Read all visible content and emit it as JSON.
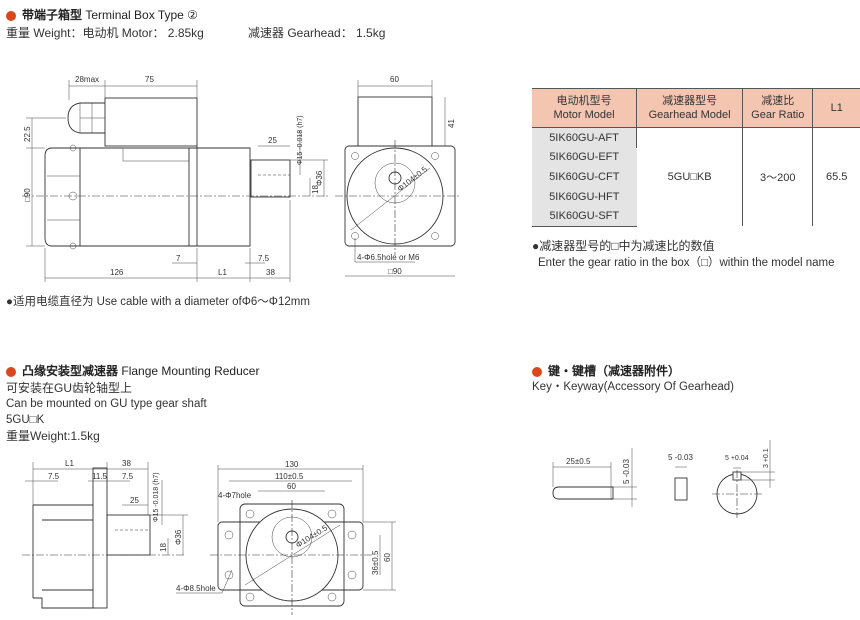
{
  "accent_color": "#d9481c",
  "section1": {
    "title_cn": "带端子箱型",
    "title_en": "Terminal Box Type ②",
    "weight_line": "重量 Weight：电动机 Motor： 2.85kg",
    "gearhead_weight": "减速器 Gearhead： 1.5kg",
    "cable_note": "●适用电缆直径为 Use cable with a diameter ofΦ6～Φ12mm",
    "dims": {
      "d28max": "28max",
      "d75": "75",
      "d22_5": "22.5",
      "d90sq": "□90",
      "d25": "25",
      "phi15": "Φ15 -0.018 (h7)",
      "phi36": "Φ36",
      "d18": "18",
      "d7": "7",
      "d7_5": "7.5",
      "d126": "126",
      "L1": "L1",
      "d38": "38",
      "d60": "60",
      "d41": "41",
      "phi104": "Φ104±0.5",
      "holes": "4-Φ6.5hole or M6",
      "sq90": "□90"
    }
  },
  "table": {
    "headers": [
      {
        "cn": "电动机型号",
        "en": "Motor Model"
      },
      {
        "cn": "减速器型号",
        "en": "Gearhead Model"
      },
      {
        "cn": "减速比",
        "en": "Gear Ratio"
      },
      {
        "cn": "",
        "en": "L1"
      }
    ],
    "motor_models": [
      "5IK60GU-AFT",
      "5IK60GU-EFT",
      "5IK60GU-CFT",
      "5IK60GU-HFT",
      "5IK60GU-SFT"
    ],
    "gearhead_model": "5GU□KB",
    "gear_ratio": "3～200",
    "L1": "65.5",
    "note_cn": "●减速器型号的□中为减速比的数值",
    "note_en": "Enter the gear ratio in the box（□）within the model name"
  },
  "section2": {
    "title_cn": "凸缘安装型减速器",
    "title_en": "Flange Mounting Reducer",
    "line1": "可安装在GU齿轮轴型上",
    "line2": "Can be mounted on GU type gear shaft",
    "line3": "5GU□K",
    "line4": "重量Weight:1.5kg",
    "dims": {
      "L1": "L1",
      "d38": "38",
      "d7_5a": "7.5",
      "d11_5": "11.5",
      "d7_5b": "7.5",
      "d25": "25",
      "phi15": "Φ15 -0.018 (h7)",
      "phi36": "Φ36",
      "d18": "18",
      "d130": "130",
      "d110": "110±0.5",
      "d60": "60",
      "holes7": "4-Φ7hole",
      "phi104": "Φ104±0.5",
      "d36": "36±0.5",
      "d60v": "60",
      "holes85": "4-Φ8.5hole"
    }
  },
  "section3": {
    "title_cn": "键・键槽（减速器附件）",
    "title_en": "Key・Keyway(Accessory Of Gearhead)",
    "dims": {
      "d25": "25±0.5",
      "d5a": "5 -0.03",
      "d5b": "5 -0.03",
      "d5c": "5 +0.04",
      "d3": "3 +0.1"
    }
  }
}
